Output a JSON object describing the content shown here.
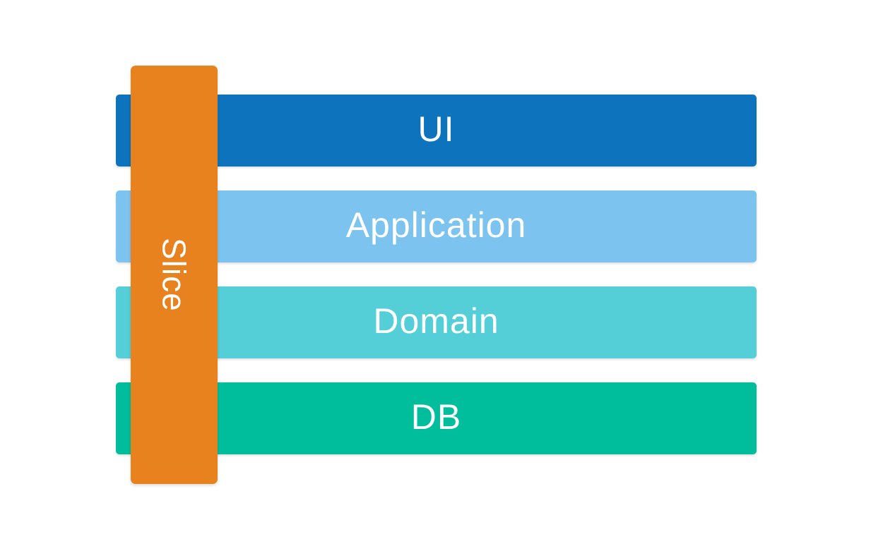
{
  "diagram": {
    "background_color": "#ffffff",
    "text_color": "#ffffff",
    "layers": [
      {
        "label": "UI",
        "color": "#0d73bc"
      },
      {
        "label": "Application",
        "color": "#7cc4ef"
      },
      {
        "label": "Domain",
        "color": "#54cfd8"
      },
      {
        "label": "DB",
        "color": "#00bd9c"
      }
    ],
    "slice": {
      "label": "Slice",
      "color": "#e8821e"
    }
  }
}
